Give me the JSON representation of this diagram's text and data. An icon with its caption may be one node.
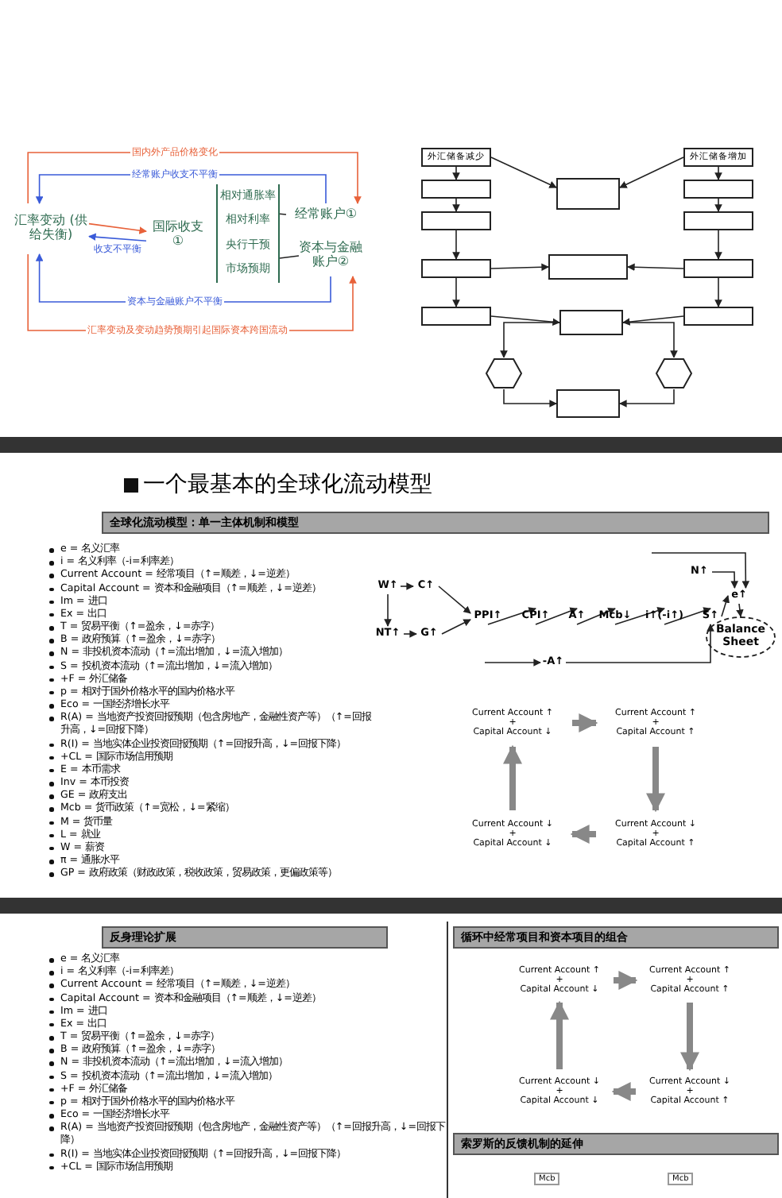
{
  "diagram": {
    "nodes": [
      {
        "text": [
          "汇率变动 (供给失衡)"
        ]
      },
      {
        "text": [
          "国际收支 ①"
        ]
      },
      {
        "text": [
          "相对通胀率",
          "相对利率",
          "央行干预",
          "市场预期"
        ]
      },
      {
        "text": [
          "经常账户①"
        ]
      },
      {
        "text": [
          "资本与金融账户②"
        ]
      },
      {
        "text": [
          "外汇储备减少"
        ]
      },
      {
        "text": [],
        "shape": "box"
      },
      {
        "text": [],
        "shape": "box"
      },
      {
        "text": [],
        "shape": "box"
      },
      {
        "text": [],
        "shape": "box"
      },
      {
        "text": [
          "外汇储备增加"
        ]
      },
      {
        "text": [],
        "shape": "box"
      },
      {
        "text": [],
        "shape": "box"
      },
      {
        "text": [],
        "shape": "box"
      },
      {
        "text": [],
        "shape": "box"
      },
      {
        "text": [],
        "shape": "box"
      },
      {
        "text": [],
        "shape": "box"
      },
      {
        "text": [],
        "shape": "box"
      },
      {
        "text": [],
        "shape": "hexagon"
      },
      {
        "text": [],
        "shape": "hexagon"
      },
      {
        "text": [],
        "shape": "box"
      },
      {
        "text": [
          "W↑"
        ]
      },
      {
        "text": [
          "C↑"
        ]
      },
      {
        "text": [
          "NT↑"
        ]
      },
      {
        "text": [
          "G↑"
        ]
      },
      {
        "text": [
          "PPI↑"
        ]
      },
      {
        "text": [
          "CPI↑"
        ]
      },
      {
        "text": [
          "A↑"
        ]
      },
      {
        "text": [
          "Mcb↓"
        ]
      },
      {
        "text": [
          "i↑(-i↑)"
        ]
      },
      {
        "text": [
          "S↑"
        ]
      },
      {
        "text": [
          "N↑"
        ]
      },
      {
        "text": [
          "e↑"
        ]
      },
      {
        "text": [
          "Balance Sheet"
        ]
      },
      {
        "text": [
          "-A↑"
        ]
      },
      {
        "text": [
          "Current Account ↑",
          "+",
          "Capital Account ↓"
        ]
      },
      {
        "text": [
          "Current Account ↑",
          "+",
          "Capital Account ↑"
        ]
      },
      {
        "text": [
          "Current Account ↓",
          "+",
          "Capital Account ↑"
        ]
      },
      {
        "text": [
          "Current Account ↓",
          "+",
          "Capital Account ↓"
        ]
      },
      {
        "text": [
          "Current Account ↑",
          "+",
          "Capital Account ↓"
        ]
      },
      {
        "text": [
          "Current Account ↑",
          "+",
          "Capital Account ↑"
        ]
      },
      {
        "text": [
          "Current Account ↓",
          "+",
          "Capital Account ↑"
        ]
      },
      {
        "text": [
          "Current Account ↓",
          "+",
          "Capital Account ↓"
        ]
      }
    ],
    "edges": [
      {
        "from": 0,
        "to": 1,
        "arrow": "to",
        "color": "#e8623a"
      },
      {
        "from": 1,
        "to": 0,
        "arrow": "to",
        "label": "收支不平衡",
        "color": "#3a5bd9"
      },
      {
        "from": 3,
        "to": 0,
        "arrow": "to",
        "label": "经常账户收支不平衡",
        "color": "#3a5bd9"
      },
      {
        "from": 0,
        "to": 3,
        "arrow": "to",
        "label": "国内外产品价格变化",
        "color": "#e8623a"
      },
      {
        "from": 4,
        "to": 0,
        "arrow": "to",
        "label": "资本与金融账户不平衡",
        "color": "#3a5bd9"
      },
      {
        "from": 0,
        "to": 4,
        "arrow": "to",
        "label": "汇率变动及变动趋势预期引起国际资本跨国流动",
        "color": "#e8623a"
      },
      {
        "from": 2,
        "to": 3,
        "arrow": "none"
      },
      {
        "from": 2,
        "to": 4,
        "arrow": "none"
      },
      {
        "from": 5,
        "to": 6,
        "arrow": "to"
      },
      {
        "from": 6,
        "to": 7,
        "arrow": "to"
      },
      {
        "from": 7,
        "to": 8,
        "arrow": "to"
      },
      {
        "from": 8,
        "to": 9,
        "arrow": "to"
      },
      {
        "from": 10,
        "to": 11,
        "arrow": "to"
      },
      {
        "from": 11,
        "to": 12,
        "arrow": "to"
      },
      {
        "from": 12,
        "to": 13,
        "arrow": "to"
      },
      {
        "from": 13,
        "to": 14,
        "arrow": "to"
      },
      {
        "from": 5,
        "to": 15,
        "arrow": "to"
      },
      {
        "from": 10,
        "to": 15,
        "arrow": "to"
      },
      {
        "from": 8,
        "to": 16,
        "arrow": "to"
      },
      {
        "from": 13,
        "to": 16,
        "arrow": "to"
      },
      {
        "from": 9,
        "to": 17,
        "arrow": "to"
      },
      {
        "from": 14,
        "to": 17,
        "arrow": "to"
      },
      {
        "from": 17,
        "to": 18,
        "arrow": "to"
      },
      {
        "from": 17,
        "to": 19,
        "arrow": "to"
      },
      {
        "from": 18,
        "to": 20,
        "arrow": "to"
      },
      {
        "from": 19,
        "to": 20,
        "arrow": "to"
      },
      {
        "from": 21,
        "to": 22,
        "arrow": "to"
      },
      {
        "from": 21,
        "to": 23,
        "arrow": "to"
      },
      {
        "from": 23,
        "to": 24,
        "arrow": "to"
      },
      {
        "from": 22,
        "to": 25,
        "arrow": "to"
      },
      {
        "from": 24,
        "to": 25,
        "arrow": "to"
      },
      {
        "from": 25,
        "to": 26,
        "arrow": "to"
      },
      {
        "from": 26,
        "to": 27,
        "arrow": "to"
      },
      {
        "from": 27,
        "to": 28,
        "arrow": "to"
      },
      {
        "from": 28,
        "to": 29,
        "arrow": "to"
      },
      {
        "from": 29,
        "to": 30,
        "arrow": "to"
      },
      {
        "from": 30,
        "to": 32,
        "arrow": "to"
      },
      {
        "from": 31,
        "to": 32,
        "arrow": "to"
      },
      {
        "from": 32,
        "to": 33,
        "arrow": "to"
      },
      {
        "from": null,
        "to": 34,
        "arrow": "to"
      },
      {
        "from": 34,
        "to": 30,
        "arrow": "to"
      },
      {
        "from": null,
        "to": 32,
        "arrow": "to"
      },
      {
        "from": 35,
        "to": 36,
        "arrow": "to",
        "style": "thick",
        "color": "#888888"
      },
      {
        "from": 36,
        "to": 37,
        "arrow": "to",
        "style": "thick",
        "color": "#888888"
      },
      {
        "from": 37,
        "to": 38,
        "arrow": "to",
        "style": "thick",
        "color": "#888888"
      },
      {
        "from": 38,
        "to": 35,
        "arrow": "to",
        "style": "thick",
        "color": "#888888"
      },
      {
        "from": 39,
        "to": 40,
        "arrow": "to",
        "style": "thick",
        "color": "#888888"
      },
      {
        "from": 40,
        "to": 41,
        "arrow": "to",
        "style": "thick",
        "color": "#888888"
      },
      {
        "from": 41,
        "to": 42,
        "arrow": "to",
        "style": "thick",
        "color": "#888888"
      },
      {
        "from": 42,
        "to": 39,
        "arrow": "to",
        "style": "thick",
        "color": "#888888"
      }
    ],
    "labels": [
      "一个最基本的全球化流动模型",
      "全球化流动模型：单一主体机制和模型",
      "e = 名义汇率",
      "i = 名义利率（-i=利率差）",
      "Current Account = 经常项目（↑=顺差，↓=逆差）",
      "Capital Account = 资本和金融项目（↑=顺差，↓=逆差）",
      "Im = 进口",
      "Ex = 出口",
      "T = 贸易平衡（↑=盈余，↓=赤字）",
      "B = 政府预算（↑=盈余，↓=赤字）",
      "N = 非投机资本流动（↑=流出增加，↓=流入增加）",
      "S = 投机资本流动（↑=流出增加，↓=流入增加）",
      "+F = 外汇储备",
      "p = 相对于国外价格水平的国内价格水平",
      "Eco = 一国经济增长水平",
      "R(A) = 当地资产投资回报预期（包含房地产，金融性资产等）（↑=回报升高，↓=回报下降）",
      "R(I) = 当地实体企业投资回报预期（↑=回报升高，↓=回报下降）",
      "+CL = 国际市场信用预期",
      "E = 本币需求",
      "Inv = 本币投资",
      "GE = 政府支出",
      "Mcb = 货币政策（↑=宽松，↓=紧缩）",
      "M = 货币量",
      "L = 就业",
      "W = 薪资",
      "π = 通胀水平",
      "GP = 政府政策（财政政策，税收政策，贸易政策，更偏政策等）",
      "反身理论扩展",
      "e = 名义汇率",
      "i = 名义利率（-i=利率差）",
      "Current Account = 经常项目（↑=顺差，↓=逆差）",
      "Capital Account = 资本和金融项目（↑=顺差，↓=逆差）",
      "Im = 进口",
      "Ex = 出口",
      "T = 贸易平衡（↑=盈余，↓=赤字）",
      "B = 政府预算（↑=盈余，↓=赤字）",
      "N = 非投机资本流动（↑=流出增加，↓=流入增加）",
      "S = 投机资本流动（↑=流出增加，↓=流入增加）",
      "+F = 外汇储备",
      "p = 相对于国外价格水平的国内价格水平",
      "Eco = 一国经济增长水平",
      "R(A) = 当地资产投资回报预期（包含房地产，金融性资产等）（↑=回报升高，↓=回报下降）",
      "R(I) = 当地实体企业投资回报预期（↑=回报升高，↓=回报下降）",
      "+CL = 国际市场信用预期",
      "循环中经常项目和资本项目的组合",
      "索罗斯的反馈机制的延伸",
      "Mcb",
      "Mcb"
    ]
  }
}
